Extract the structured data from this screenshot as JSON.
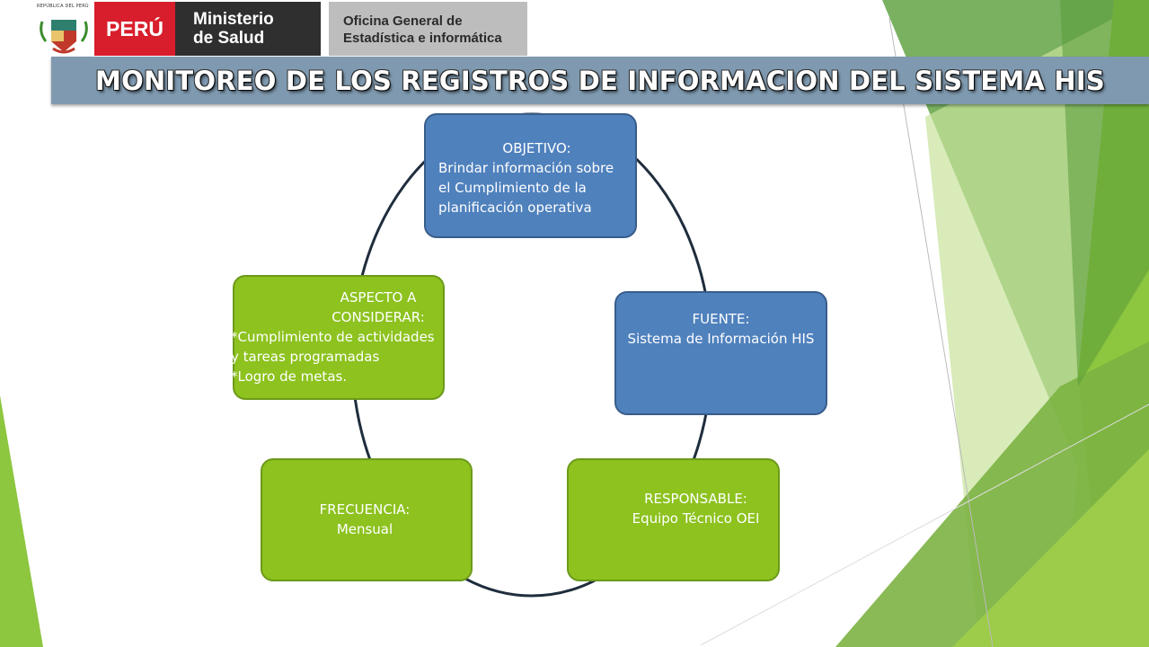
{
  "header": {
    "escudo_text": "REPÚBLICA DEL PERÚ",
    "country": "PERÚ",
    "ministry": [
      "Ministerio",
      "de Salud"
    ],
    "office": [
      "Oficina General de",
      "Estadística e informática"
    ]
  },
  "title": "MONITOREO DE LOS REGISTROS DE INFORMACION DEL SISTEMA HIS",
  "nodes": {
    "objetivo": {
      "label": "OBJETIVO:",
      "text": "Brindar información sobre el Cumplimiento de la planificación operativa"
    },
    "fuente": {
      "label": "FUENTE:",
      "text": "Sistema de Información HIS"
    },
    "responsable": {
      "label": "RESPONSABLE:",
      "text": "Equipo Técnico OEI"
    },
    "frecuencia": {
      "label": "FRECUENCIA:",
      "text": "Mensual"
    },
    "aspecto": {
      "label": "ASPECTO A CONSIDERAR:",
      "text": "*Cumplimiento de actividades\n    y tareas programadas\n*Logro de metas."
    }
  },
  "colors": {
    "blue_node": "#4f81bd",
    "green_node": "#8dc21f",
    "title_bar": "#7f9ab0",
    "peru_red": "#d81e2c",
    "cycle_line": "#1f2d3d"
  }
}
